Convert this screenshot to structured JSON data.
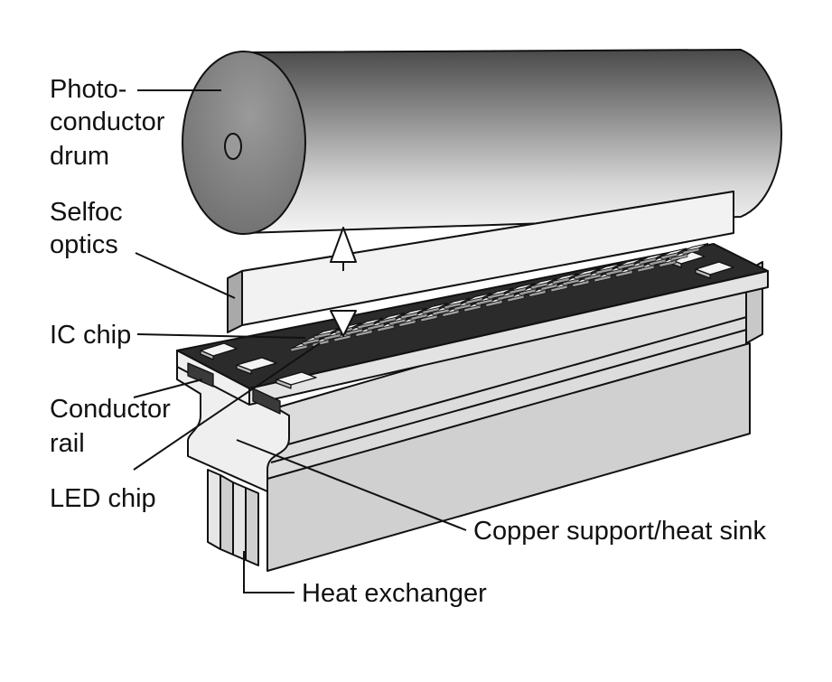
{
  "labels": {
    "drum_line1": "Photo-",
    "drum_line2": "conductor",
    "drum_line3": "drum",
    "optics_line1": "Selfoc",
    "optics_line2": "optics",
    "ic_chip": "IC chip",
    "rail_line1": "Conductor",
    "rail_line2": "rail",
    "led_chip": "LED chip",
    "heat_sink": "Copper support/heat sink",
    "heat_exchanger": "Heat exchanger"
  },
  "colors": {
    "outline": "#111111",
    "board": "#2b2b2b",
    "metal_light": "#ededed",
    "metal_mid": "#d6d6d6",
    "metal_dark": "#bdbdbd",
    "optics_face": "#f2f2f2",
    "optics_end": "#a9a9a9",
    "drum_dark": "#5e5e5e",
    "drum_light": "#ececec"
  }
}
